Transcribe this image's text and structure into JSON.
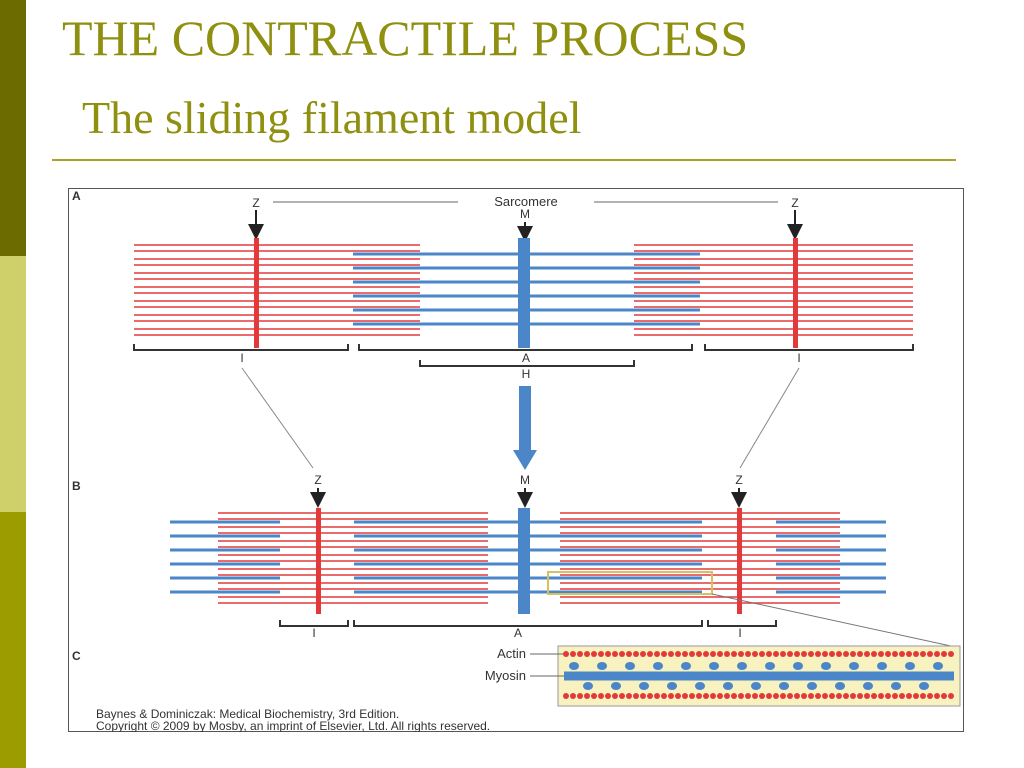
{
  "slide": {
    "title": "THE CONTRACTILE PROCESS",
    "subtitle": "The sliding filament model"
  },
  "colors": {
    "sidebar": [
      "#6b6b00",
      "#cfd06a",
      "#9c9c00"
    ],
    "title": "#8f8f10",
    "actin": "#e23a3a",
    "myosin": "#4a86c8",
    "inset_bg": "#f7f2bf"
  },
  "figure": {
    "panel_labels": [
      "A",
      "B",
      "C"
    ],
    "sarcomere_label": "Sarcomere",
    "z_label": "Z",
    "m_label": "M",
    "band_i": "I",
    "band_a": "A",
    "band_h": "H",
    "actin_label": "Actin",
    "myosin_label": "Myosin",
    "credit_line1": "Baynes & Dominiczak: Medical Biochemistry, 3rd Edition.",
    "credit_line2": "Copyright © 2009 by Mosby, an imprint of Elsevier, Ltd. All rights reserved."
  }
}
